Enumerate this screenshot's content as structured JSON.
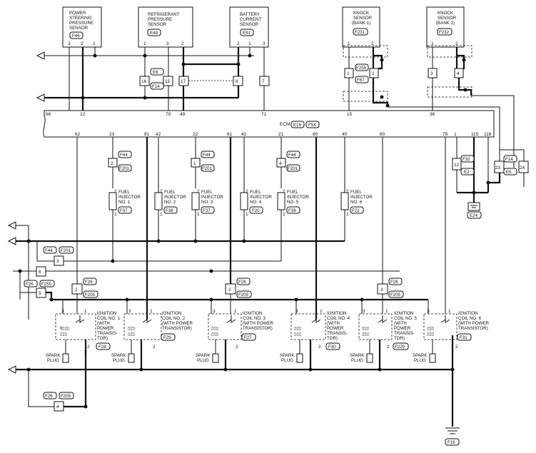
{
  "ecm": {
    "label": "ECM",
    "connectors": [
      "E16",
      "F54"
    ]
  },
  "sensors": [
    {
      "id": "ps",
      "lines": [
        "POWER",
        "STEERING",
        "PRESSURE",
        "SENSOR"
      ],
      "conn": "F46",
      "pins": [
        "3",
        "2",
        "1"
      ]
    },
    {
      "id": "rp",
      "lines": [
        "REFRIGERANT",
        "PRESSURE",
        "SENSOR"
      ],
      "conn": "E48",
      "pins": [
        "1",
        "3",
        "2"
      ]
    },
    {
      "id": "bc",
      "lines": [
        "BATTERY",
        "CURRENT",
        "SENSOR"
      ],
      "conn": "E91",
      "pins": [
        "2",
        "1",
        "3"
      ]
    },
    {
      "id": "k1",
      "lines": [
        "KNOCK",
        "SENSOR",
        "(BANK 1)"
      ],
      "conn": "F231",
      "pins": [
        "1",
        "2"
      ]
    },
    {
      "id": "k2",
      "lines": [
        "KNOCK",
        "SENSOR",
        "(BANK 2)"
      ],
      "conn": "F232",
      "pins": [
        "1",
        "2"
      ]
    }
  ],
  "ecm_top_pins": [
    "66",
    "12",
    "70",
    "49",
    "71",
    "15",
    "36"
  ],
  "ecm_bottom_pins": [
    "62",
    "23",
    "81",
    "42",
    "22",
    "61",
    "41",
    "21",
    "80",
    "40",
    "60",
    "79",
    "1",
    "115",
    "116"
  ],
  "junctions": [
    "16",
    "15",
    "17",
    "8",
    "7",
    "1",
    "2",
    "3",
    "4",
    "12",
    "23",
    "24"
  ],
  "junction_conns": [
    "E6",
    "F14",
    "F255",
    "F67",
    "F32",
    "E2",
    "F14",
    "E5"
  ],
  "injectors": [
    {
      "lines": [
        "FUEL",
        "INJECTOR",
        "NO. 1"
      ],
      "conn": "F37",
      "jn": "2",
      "jconns": [
        "F44",
        "F201"
      ],
      "p1": "2",
      "p2": "1"
    },
    {
      "lines": [
        "FUEL",
        "INJECTOR",
        "NO. 2"
      ],
      "conn": "F38",
      "jn": "",
      "jconns": [],
      "p1": "2",
      "p2": "1"
    },
    {
      "lines": [
        "FUEL",
        "INJECTOR",
        "NO. 3"
      ],
      "conn": "F37",
      "jn": "1",
      "jconns": [
        "F44",
        "F201"
      ],
      "p1": "2",
      "p2": "1"
    },
    {
      "lines": [
        "FUEL",
        "INJECTOR",
        "NO. 4"
      ],
      "conn": "F20",
      "jn": "",
      "jconns": [],
      "p1": "2",
      "p2": "1"
    },
    {
      "lines": [
        "FUEL",
        "INJECTOR",
        "NO. 5"
      ],
      "conn": "F38",
      "jn": "4",
      "jconns": [
        "F44",
        "F201"
      ],
      "p1": "2",
      "p2": "1"
    },
    {
      "lines": [
        "FUEL",
        "INJECTOR",
        "NO. 6"
      ],
      "conn": "F22",
      "jn": "",
      "jconns": [],
      "p1": "2",
      "p2": "1"
    }
  ],
  "coils": [
    {
      "lines": [
        "IGNITION",
        "COIL NO. 1",
        "(WITH",
        "POWER",
        "TRANSIS-",
        "TOR)"
      ],
      "conn": "F28",
      "jn": "1",
      "jconns": [
        "F26",
        "F205"
      ]
    },
    {
      "lines": [
        "IGNITION",
        "COIL NO. 2",
        "(WITH POWER",
        "TRANSISTOR)"
      ],
      "conn": "F29",
      "jn": "",
      "jconns": []
    },
    {
      "lines": [
        "IGNITION",
        "COIL NO. 3",
        "(WITH POWER",
        "TRANSISTOR)"
      ],
      "conn": "F27",
      "jn": "2",
      "jconns": [
        "F26",
        "F205"
      ]
    },
    {
      "lines": [
        "IGNITION",
        "COIL NO. 4",
        "(WITH",
        "POWER",
        "TRANSIS-",
        "TOR)"
      ],
      "conn": "F30",
      "jn": "",
      "jconns": []
    },
    {
      "lines": [
        "IGNITION",
        "COIL NO. 5",
        "(WITH",
        "POWER",
        "TRANSIS-",
        "TOR)"
      ],
      "conn": "F229",
      "jn": "3",
      "jconns": [
        "F26",
        "F205"
      ]
    },
    {
      "lines": [
        "IGNITION",
        "COIL NO. 6",
        "(WITH POWER",
        "TRANSISTOR)"
      ],
      "conn": "F31",
      "jn": "",
      "jconns": []
    }
  ],
  "spark": [
    "SPARK",
    "PLUG"
  ],
  "coil_pins": [
    "3",
    "1",
    "2"
  ],
  "left_blocks": [
    {
      "jn": "3",
      "conns": [
        "F44",
        "F201"
      ]
    },
    {
      "jn": "6",
      "conns": []
    },
    {
      "jn": "5",
      "conns": [
        "F26",
        "F255"
      ]
    },
    {
      "jn": "4",
      "conns": [
        "F26",
        "F205"
      ]
    }
  ],
  "grounds": [
    "E24",
    "F16"
  ]
}
